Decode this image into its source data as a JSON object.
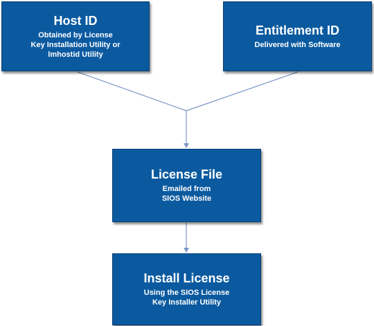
{
  "colors": {
    "box_fill": "#0b5aa0",
    "box_text": "#ffffff",
    "connector": "#7b97c3"
  },
  "nodes": {
    "host_id": {
      "title": "Host ID",
      "subtitle": "Obtained by License\nKey Installation Utility or\nlmhostid Utility"
    },
    "entitlement_id": {
      "title": "Entitlement ID",
      "subtitle": "Delivered with Software"
    },
    "license_file": {
      "title": "License File",
      "subtitle": "Emailed from\nSIOS Website"
    },
    "install_license": {
      "title": "Install License",
      "subtitle": "Using the SIOS License\nKey Installer Utility"
    }
  },
  "edges": [
    {
      "from": "host_id",
      "to": "license_file"
    },
    {
      "from": "entitlement_id",
      "to": "license_file"
    },
    {
      "from": "license_file",
      "to": "install_license"
    }
  ]
}
